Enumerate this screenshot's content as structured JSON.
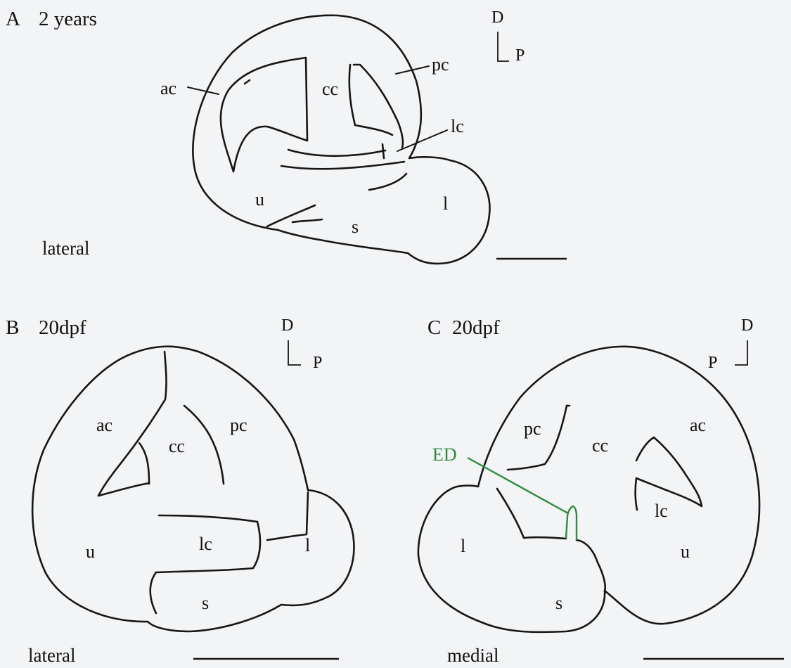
{
  "panels": {
    "A": {
      "letter": "A",
      "stage": "2 years",
      "view": "lateral",
      "orientation": {
        "vertical": "D",
        "horizontal": "P"
      },
      "labels": {
        "ac": "ac",
        "cc": "cc",
        "pc": "pc",
        "lc": "lc",
        "u": "u",
        "s": "s",
        "l": "l"
      }
    },
    "B": {
      "letter": "B",
      "stage": "20dpf",
      "view": "lateral",
      "orientation": {
        "vertical": "D",
        "horizontal": "P"
      },
      "labels": {
        "ac": "ac",
        "cc": "cc",
        "pc": "pc",
        "lc": "lc",
        "u": "u",
        "s": "s",
        "l": "l"
      }
    },
    "C": {
      "letter": "C",
      "stage": "20dpf",
      "view": "medial",
      "orientation": {
        "vertical": "D",
        "horizontal": "P"
      },
      "labels": {
        "ED": "ED",
        "pc": "pc",
        "cc": "cc",
        "ac": "ac",
        "lc": "lc",
        "l": "l",
        "u": "u",
        "s": "s"
      }
    }
  },
  "colors": {
    "outline": "#161616",
    "endolymphatic_duct": "#2e8b3e",
    "background": "#f3f4f6"
  }
}
